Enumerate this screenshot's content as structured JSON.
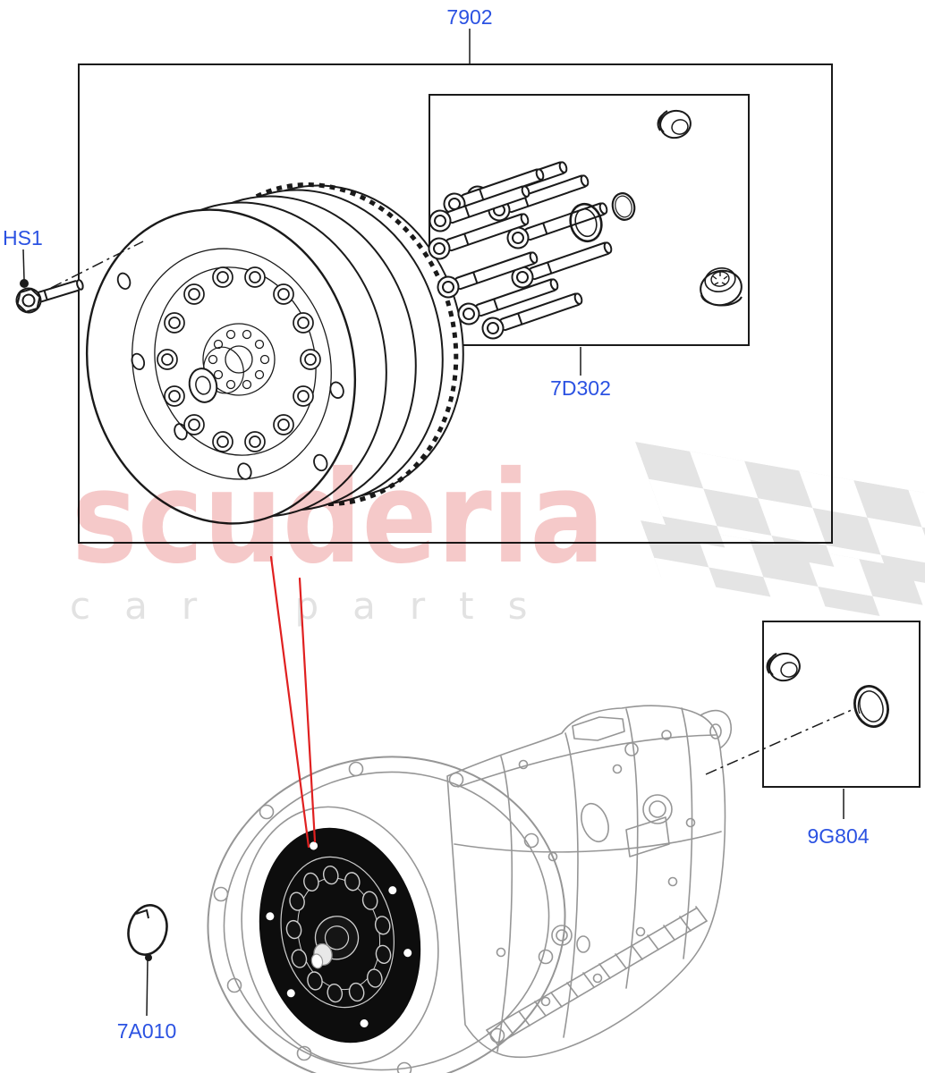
{
  "watermark": {
    "brand": "scuderia",
    "tagline": "car parts"
  },
  "callouts": {
    "assembly": {
      "label": "7902"
    },
    "hs1_bolt": {
      "label": "HS1"
    },
    "bolt_kit": {
      "label": "7D302"
    },
    "converter_plate": {
      "label": "7A010"
    },
    "seal_kit": {
      "label": "9G804"
    }
  },
  "colors": {
    "label_blue": "#2b52e2",
    "callout_red": "#e02020",
    "watermark_pink": "#f5c9c9",
    "watermark_gray": "#e2e2e2",
    "flag_gray": "#e4e4e4",
    "drawing_gray": "#969696",
    "line_black": "#1a1a1a",
    "page_bg": "#ffffff"
  }
}
